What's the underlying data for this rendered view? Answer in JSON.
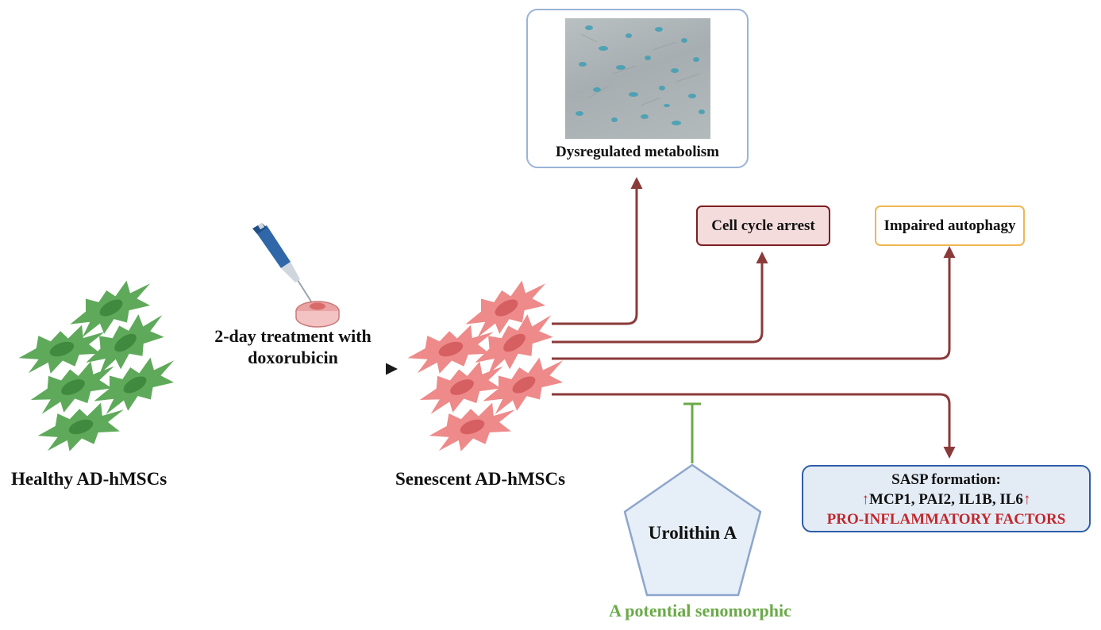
{
  "healthy_label": "Healthy AD-hMSCs",
  "treatment_label_line1": "2-day treatment with",
  "treatment_label_line2": "doxorubicin",
  "senescent_label": "Senescent AD-hMSCs",
  "metabolism_label": "Dysregulated metabolism",
  "cell_cycle_label": "Cell cycle arrest",
  "autophagy_label": "Impaired autophagy",
  "sasp": {
    "title": "SASP formation:",
    "up_arrow": "↑",
    "markers": "MCP1, PAI2, IL1B, IL6",
    "factors": "PRO-INFLAMMATORY FACTORS"
  },
  "urolithin_label": "Urolithin A",
  "senomorphic_label": "A potential senomorphic",
  "colors": {
    "healthy_cell": "#5fa95b",
    "senescent_cell": "#ee8a8a",
    "effect_arrow": "#8b3a3a",
    "inhibitor": "#6aaa48",
    "metabolism_border": "#9bb3d6",
    "cell_cycle_fill": "#f5dcdc",
    "cell_cycle_border": "#7d1f22",
    "autophagy_border": "#efb652",
    "sasp_fill": "#e3ebf5",
    "sasp_border": "#2e5ea8",
    "factors_text": "#c0282d",
    "pentagon_fill": "#e6eef7",
    "pentagon_border": "#8ea6cc"
  },
  "icons": [
    "pipette-icon",
    "petri-dish-icon",
    "healthy-cell-icon",
    "senescent-cell-icon",
    "microscopy-image"
  ]
}
